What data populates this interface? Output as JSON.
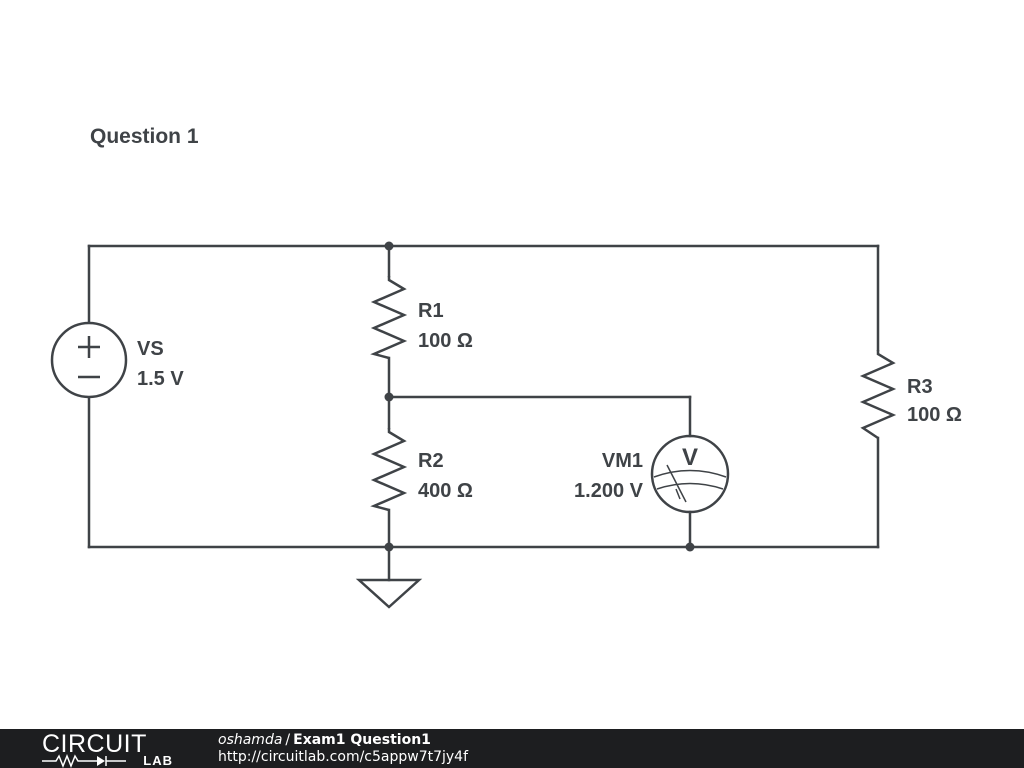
{
  "title": "Question 1",
  "components": {
    "vs": {
      "name": "VS",
      "value": "1.5 V"
    },
    "r1": {
      "name": "R1",
      "value": "100 Ω"
    },
    "r2": {
      "name": "R2",
      "value": "400 Ω"
    },
    "r3": {
      "name": "R3",
      "value": "100 Ω"
    },
    "vm1": {
      "name": "VM1",
      "value": "1.200 V",
      "symbol": "V"
    }
  },
  "footer": {
    "logo_top": "CIRCUIT",
    "logo_bottom": "LAB",
    "author": "oshamda",
    "separator": "/",
    "circuit_name": "Exam1 Question1",
    "url": "http://circuitlab.com/c5appw7t7jy4f"
  },
  "colors": {
    "wire": "#3f4347",
    "footer_bg": "#1d1e20",
    "text": "#3f4347"
  }
}
